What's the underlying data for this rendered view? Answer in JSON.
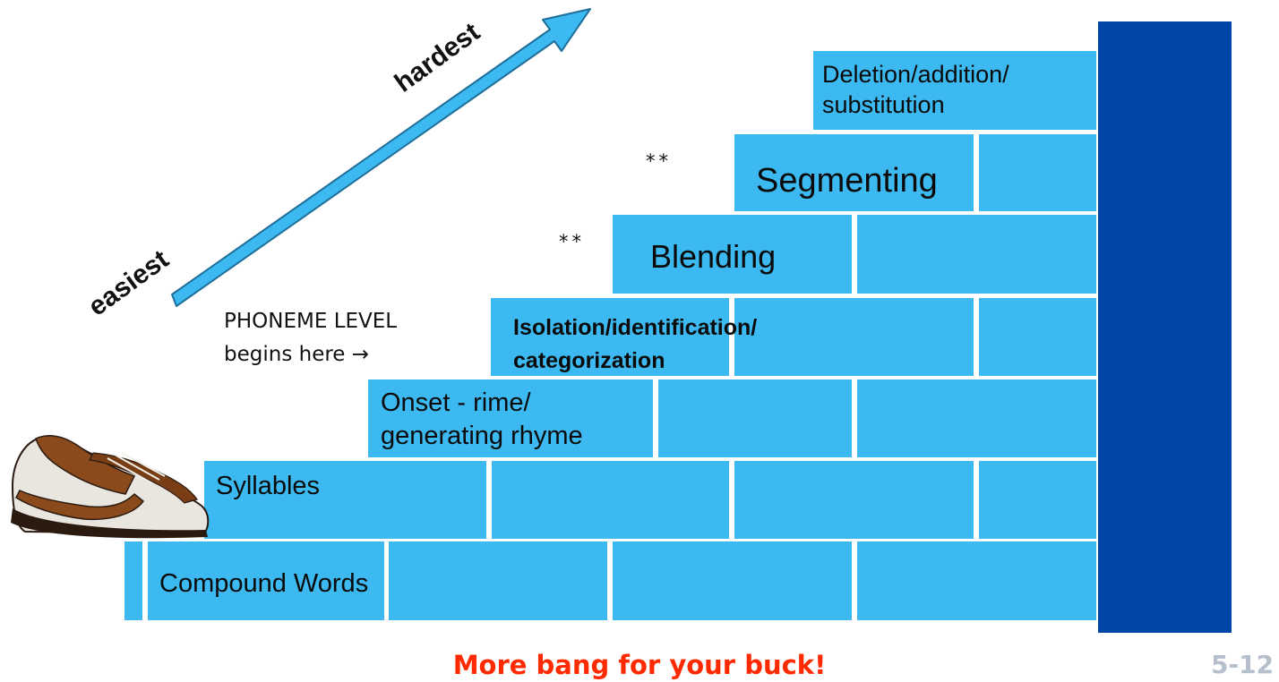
{
  "stairs": {
    "compound_words": "Compound Words",
    "syllables": "Syllables",
    "onset_line1": "Onset -  rime/",
    "onset_line2": "generating rhyme",
    "isolation_line1": "Isolation/identification/",
    "isolation_line2": "categorization",
    "blending": "Blending",
    "segmenting": "Segmenting",
    "deletion_line1": "Deletion/addition/",
    "deletion_line2": "substitution"
  },
  "markers": {
    "blending_stars": "**",
    "segmenting_stars": "**"
  },
  "arrow": {
    "easiest": "easiest",
    "hardest": "hardest"
  },
  "note": {
    "line1": "PHONEME LEVEL",
    "line2": "begins here →"
  },
  "footer": "More bang for your  buck!",
  "page_number": "5-12",
  "colors": {
    "brick": "#3cb9f0",
    "wall": "#0046a6",
    "footer": "#ff2a00",
    "page_number": "#b6bfcc"
  },
  "icons": [
    "shoe-icon",
    "arrow-icon"
  ]
}
